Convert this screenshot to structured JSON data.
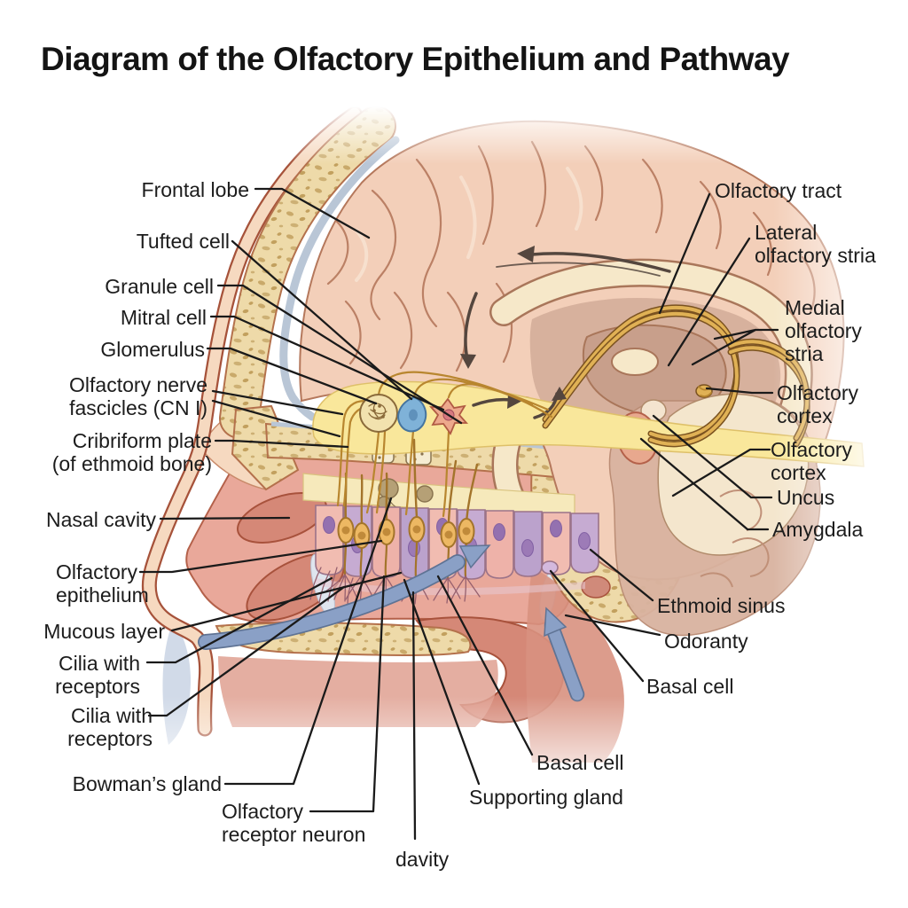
{
  "title": "Diagram of the Olfactory Epithelium and Pathway",
  "labels": {
    "frontal_lobe": "Frontal lobe",
    "tufted_cell": "Tufted cell",
    "granule_cell": "Granule cell",
    "mitral_cell": "Mitral cell",
    "glomerulus": "Glomerulus",
    "olfactory_nerve_fascicles": "Olfactory nerve\nfascicles (CN I)",
    "cribriform_plate": "Cribriform plate\n(of ethmoid bone)",
    "nasal_cavity": "Nasal cavity",
    "olfactory_epithelium": "Olfactory\nepithelium",
    "mucous_layer": "Mucous layer",
    "cilia_with_receptors_1": "Cilia with\nreceptors",
    "cilia_with_receptors_2": "Cilia with\nreceptors",
    "bowmans_gland": "Bowman’s gland",
    "olfactory_receptor_neuron": "Olfactory\nreceptor neuron",
    "cavity": "davity",
    "olfactory_tract": "Olfactory tract",
    "lateral_olfactory_stria": "Lateral\nolfactory stria",
    "medial_olfactory_stria": "Medial\nolfactory\nstria",
    "olfactory_cortex_1": "Olfactory\ncortex",
    "olfactory_cortex_2": "Olfactory\ncortex",
    "uncus": "Uncus",
    "amygdala": "Amygdala",
    "ethmoid_sinus": "Ethmoid sinus",
    "odorant": "Odoranty",
    "basal_cell_1": "Basal cell",
    "basal_cell_2": "Basal cell",
    "supporting_gland": "Supporting gland"
  },
  "colors": {
    "background": "#ffffff",
    "text": "#1c1c1c",
    "skin": "#f6d9c0",
    "outline_brown": "#a6523a",
    "skull_bone": "#eedaa9",
    "bone_speckle": "#c9a96a",
    "meninges_blue": "#b9c6d6",
    "brain_pink": "#f3cfb9",
    "sulci": "#b5785c",
    "corpus_cream": "#f6e8c9",
    "inner_mauve": "#d7b19d",
    "bulb_yellow": "#f9e79b",
    "nerve_gold": "#e0b155",
    "nerve_outline": "#7a5220",
    "cavity_rose": "#e9a89a",
    "turbinate_rose": "#d58877",
    "epithelium_pink": "#f1bcb1",
    "epithelium_purple": "#c6abd2",
    "neuron_orange": "#edb863",
    "tufted_blue": "#7fb2d8",
    "mitral_salmon": "#eda88c",
    "amygdala_salmon": "#e8a88e",
    "airflow_blue": "#8aa0c6",
    "pathway_arrow": "#54463e"
  }
}
